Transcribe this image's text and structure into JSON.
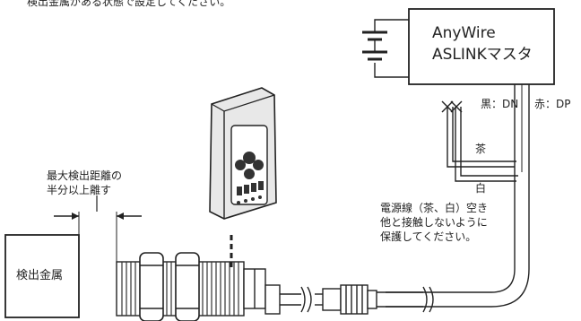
{
  "header": {
    "text": "検出金属がある状態で設定してください。"
  },
  "master": {
    "line1": "AnyWire",
    "line2": "ASLINKマスタ"
  },
  "wires": {
    "black": "黒：DN",
    "red": "赤：DP",
    "brown": "茶",
    "white": "白"
  },
  "distance_note": {
    "line1": "最大検出距離の",
    "line2": "半分以上離す"
  },
  "power_note": {
    "line1": "電源線（茶、白）空き",
    "line2": "他と接触しないように",
    "line3": "保護してください。"
  },
  "metal": {
    "label": "検出金属"
  },
  "colors": {
    "line": "#222222",
    "wire_fill": "#ffffff",
    "sensor_thread": "#333333",
    "device_body": "#e8e8e8"
  }
}
